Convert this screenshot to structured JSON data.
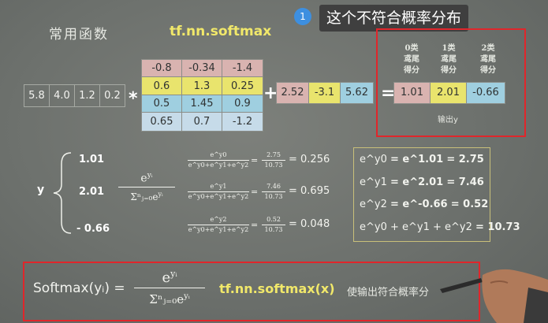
{
  "header": {
    "common_functions": "常用函数",
    "function_name": "tf.nn.softmax",
    "step_badge": "1",
    "tooltip": "这个不符合概率分布"
  },
  "input_vector": [
    "5.8",
    "4.0",
    "1.2",
    "0.2"
  ],
  "multiply_op": "*",
  "weight_matrix": [
    [
      "-0.8",
      "-0.34",
      "-1.4"
    ],
    [
      "0.6",
      "1.3",
      "0.25"
    ],
    [
      "0.5",
      "1.45",
      "0.9"
    ],
    [
      "0.65",
      "0.7",
      "-1.2"
    ]
  ],
  "plus_op": "+",
  "bias": [
    "2.52",
    "-3.1",
    "5.62"
  ],
  "equals_op": "=",
  "class_headers": [
    {
      "line1": "0类",
      "line2": "鸢尾",
      "line3": "得分"
    },
    {
      "line1": "1类",
      "line2": "鸢尾",
      "line3": "得分"
    },
    {
      "line1": "2类",
      "line2": "鸢尾",
      "line3": "得分"
    }
  ],
  "output": [
    "1.01",
    "2.01",
    "-0.66"
  ],
  "output_label": "输出y",
  "y_label": "y",
  "y_values": [
    "1.01",
    "2.01",
    "- 0.66"
  ],
  "general_formula": {
    "num": "e",
    "num_sup": "yᵢ",
    "den": "Σⁿⱼ₌₀e",
    "den_sup": "yᵢ"
  },
  "softmax_rows": [
    {
      "num": "e^y0",
      "den": "e^y0+e^y1+e^y2",
      "num2": "2.75",
      "den2": "10.73",
      "result": "= 0.256"
    },
    {
      "num": "e^y1",
      "den": "e^y0+e^y1+e^y2",
      "num2": "7.46",
      "den2": "10.73",
      "result": "= 0.695"
    },
    {
      "num": "e^y2",
      "den": "e^y0+e^y1+e^y2",
      "num2": "0.52",
      "den2": "10.73",
      "result": "= 0.048"
    }
  ],
  "exp_box": [
    {
      "lhs": "e^y0",
      "mid": "= e^1.01",
      "rhs": "= 2.75"
    },
    {
      "lhs": "e^y1",
      "mid": "= e^2.01",
      "rhs": "= 7.46"
    },
    {
      "lhs": "e^y2",
      "mid": "= e^-0.66",
      "rhs": "= 0.52"
    },
    {
      "lhs": "e^y0 + e^y1 + e^y2",
      "mid": "",
      "rhs": "= 10.73"
    }
  ],
  "footer": {
    "softmax_label": "Softmax(yᵢ) =",
    "num": "e",
    "num_sup": "yᵢ",
    "den": "Σⁿⱼ₌₀e",
    "den_sup": "yᵢ",
    "api": "tf.nn.softmax(x)",
    "note": "使输出符合概率分"
  },
  "colors": {
    "row0": "#d9b3b0",
    "row1": "#e9e46d",
    "row2": "#9fcfe0",
    "row3": "#c6dbe9",
    "highlight_box": "#e0262b",
    "function_yellow": "#f1e86a"
  }
}
